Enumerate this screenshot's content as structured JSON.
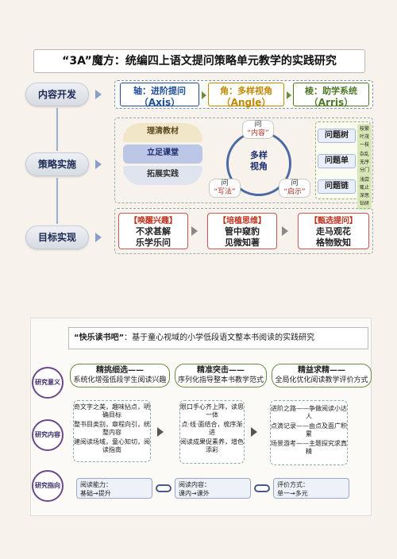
{
  "panel1": {
    "title": "“3A”魔方：统编四上语文提问策略单元教学的实践研究",
    "labels": [
      "内容开发",
      "策略实施",
      "目标实现"
    ],
    "axes": [
      {
        "t": "轴：进阶提问",
        "s": "（Axis）",
        "color": "#1f4f9a"
      },
      {
        "t": "角：多样视角",
        "s": "（Angle）",
        "color": "#c08a00"
      },
      {
        "t": "棱：助学系统",
        "s": "（Arris）",
        "color": "#4f7a2a"
      }
    ],
    "arches": [
      "理清教材",
      "立足课堂",
      "拓展实践"
    ],
    "center": {
      "l1": "多样",
      "l2": "视角"
    },
    "pills": [
      {
        "q": "问",
        "b": "“内容”"
      },
      {
        "q": "问",
        "b": "“写法”"
      },
      {
        "q": "问",
        "b": "“启示”"
      }
    ],
    "trees": [
      {
        "label": "问题树",
        "note": "枝繁叶茂 一枝一干"
      },
      {
        "label": "问题单",
        "note": "杂乱无序 分门别类"
      },
      {
        "label": "问题链",
        "note": "浅尝辄止 深思钻研"
      }
    ],
    "goals": [
      {
        "g1": "【唤醒兴趣】",
        "g2": "不求甚解",
        "g3": "乐学乐问"
      },
      {
        "g1": "【培植思维】",
        "g2": "管中窥豹",
        "g3": "见微知著"
      },
      {
        "g1": "【甄选提问】",
        "g2": "走马观花",
        "g3": "格物致知"
      }
    ]
  },
  "panel2": {
    "title_bold": "“快乐读书吧”",
    "title_rest": "：基于童心视域的小学低段语文整本书阅读的实践研究",
    "bubbles": [
      "研究意义",
      "研究内容",
      "研究指向"
    ],
    "headers": [
      {
        "h": "精挑细选——",
        "s": "系统化增强低段学生阅读兴趣"
      },
      {
        "h": "精准突击——",
        "s": "序列化指导整本书教学范式"
      },
      {
        "h": "精益求精——",
        "s": "全局化优化阅读教学评价方式"
      }
    ],
    "col1": [
      "奇文字之美，趣味拈点，明确目标",
      "整书目类别，章程向引，统整内容",
      "建阅读场域，童心知切，阅读指南"
    ],
    "col2": [
      "眼口手心齐上阵，读思一体",
      "点·线·面结合，梳序渐进",
      "阅读成果促素养，增色添彩"
    ],
    "col3": [
      "进阶之路——争做阅读小达人",
      "点滴记录——由点及面广积累",
      "场景游考——主题探究求真精"
    ],
    "chains": [
      {
        "a": "阅读能力：",
        "b": "基础→提升"
      },
      {
        "a": "阅读内容：",
        "b": "课内→课外"
      },
      {
        "a": "评价方式：",
        "b": "单一→多元"
      }
    ]
  }
}
